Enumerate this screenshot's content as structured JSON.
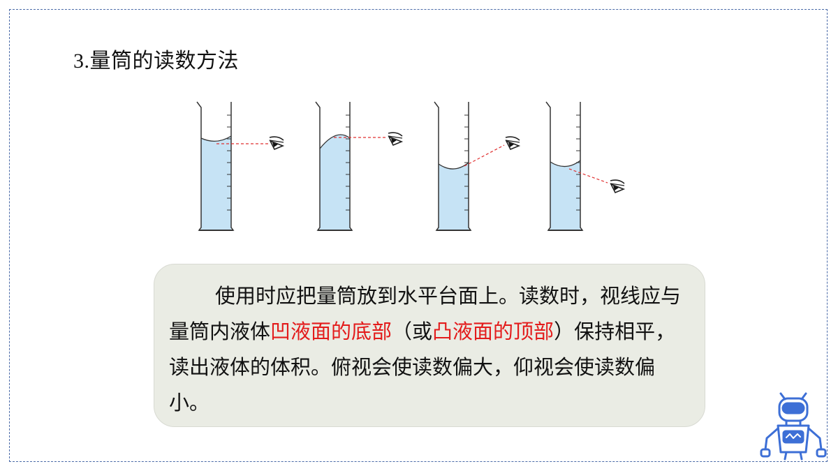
{
  "title": {
    "number": "3.",
    "text": "量筒的读数方法"
  },
  "description": {
    "part1": "使用时应把量筒放到水平台面上。读数时，视线应与量筒内液体",
    "highlight1": "凹液面的底部",
    "part2": "（或",
    "highlight2": "凸液面的顶部",
    "part3": "）保持相平，读出液体的体积。俯视会使读数偏大，仰视会使读数偏小。"
  },
  "colors": {
    "liquid": "#c6e3f5",
    "highlight": "#e31b1b",
    "sight_line": "#e03030",
    "frame": "#4a6aa8",
    "robot": "#3d6fd6"
  },
  "illustration": {
    "cylinders": [
      {
        "meniscus": "concave",
        "view": "level"
      },
      {
        "meniscus": "convex",
        "view": "level"
      },
      {
        "meniscus": "concave",
        "view": "from-above"
      },
      {
        "meniscus": "concave",
        "view": "from-below"
      }
    ],
    "icons": [
      "eye-icon",
      "robot-icon"
    ]
  }
}
